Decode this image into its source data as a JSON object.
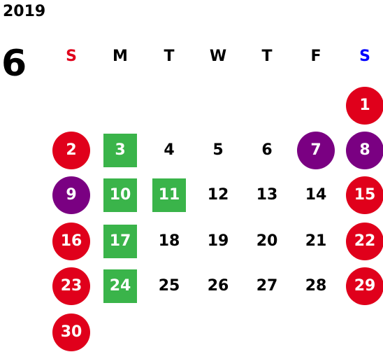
{
  "calendar": {
    "year": "2019",
    "month": "6",
    "weekdays": [
      {
        "label": "S",
        "color": "#e0001b"
      },
      {
        "label": "M",
        "color": "#000000"
      },
      {
        "label": "T",
        "color": "#000000"
      },
      {
        "label": "W",
        "color": "#000000"
      },
      {
        "label": "T",
        "color": "#000000"
      },
      {
        "label": "F",
        "color": "#000000"
      },
      {
        "label": "S",
        "color": "#0000ff"
      }
    ],
    "colors": {
      "red": "#e0001b",
      "purple": "#7a0082",
      "green": "#3ab44a",
      "plain": "#000000"
    },
    "days": [
      {
        "label": "1",
        "style": "red-circle",
        "col": 6,
        "row": 0
      },
      {
        "label": "2",
        "style": "red-circle",
        "col": 0,
        "row": 1
      },
      {
        "label": "3",
        "style": "green-square",
        "col": 1,
        "row": 1
      },
      {
        "label": "4",
        "style": "plain",
        "col": 2,
        "row": 1
      },
      {
        "label": "5",
        "style": "plain",
        "col": 3,
        "row": 1
      },
      {
        "label": "6",
        "style": "plain",
        "col": 4,
        "row": 1
      },
      {
        "label": "7",
        "style": "purple-circle",
        "col": 5,
        "row": 1
      },
      {
        "label": "8",
        "style": "purple-circle",
        "col": 6,
        "row": 1
      },
      {
        "label": "9",
        "style": "purple-circle",
        "col": 0,
        "row": 2
      },
      {
        "label": "10",
        "style": "green-square",
        "col": 1,
        "row": 2
      },
      {
        "label": "11",
        "style": "green-square",
        "col": 2,
        "row": 2
      },
      {
        "label": "12",
        "style": "plain",
        "col": 3,
        "row": 2
      },
      {
        "label": "13",
        "style": "plain",
        "col": 4,
        "row": 2
      },
      {
        "label": "14",
        "style": "plain",
        "col": 5,
        "row": 2
      },
      {
        "label": "15",
        "style": "red-circle",
        "col": 6,
        "row": 2
      },
      {
        "label": "16",
        "style": "red-circle",
        "col": 0,
        "row": 3
      },
      {
        "label": "17",
        "style": "green-square",
        "col": 1,
        "row": 3
      },
      {
        "label": "18",
        "style": "plain",
        "col": 2,
        "row": 3
      },
      {
        "label": "19",
        "style": "plain",
        "col": 3,
        "row": 3
      },
      {
        "label": "20",
        "style": "plain",
        "col": 4,
        "row": 3
      },
      {
        "label": "21",
        "style": "plain",
        "col": 5,
        "row": 3
      },
      {
        "label": "22",
        "style": "red-circle",
        "col": 6,
        "row": 3
      },
      {
        "label": "23",
        "style": "red-circle",
        "col": 0,
        "row": 4
      },
      {
        "label": "24",
        "style": "green-square",
        "col": 1,
        "row": 4
      },
      {
        "label": "25",
        "style": "plain",
        "col": 2,
        "row": 4
      },
      {
        "label": "26",
        "style": "plain",
        "col": 3,
        "row": 4
      },
      {
        "label": "27",
        "style": "plain",
        "col": 4,
        "row": 4
      },
      {
        "label": "28",
        "style": "plain",
        "col": 5,
        "row": 4
      },
      {
        "label": "29",
        "style": "red-circle",
        "col": 6,
        "row": 4
      },
      {
        "label": "30",
        "style": "red-circle",
        "col": 0,
        "row": 5
      }
    ]
  }
}
